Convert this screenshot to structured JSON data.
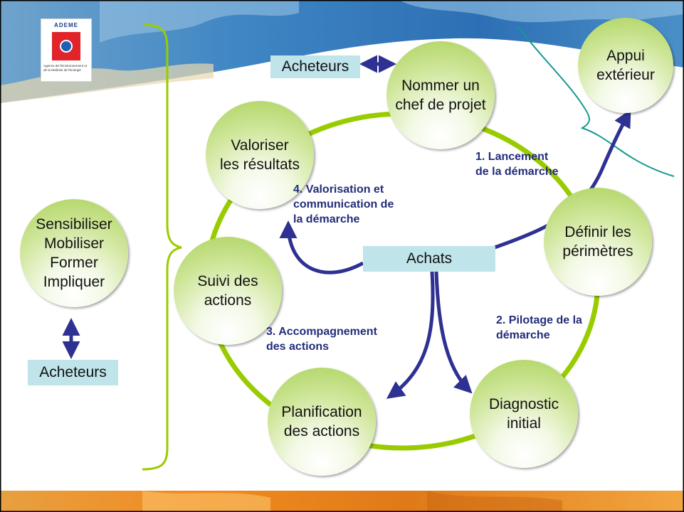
{
  "logo": {
    "title": "ADEME",
    "subtitle": "Agence de l'Environnement et de la Maîtrise de l'Energie"
  },
  "nodes": {
    "nommer": "Nommer un\nchef de projet",
    "valoriser": "Valoriser\nles résultats",
    "definir": "Définir les\npérimètres",
    "suivi": "Suivi des\nactions",
    "planification": "Planification\ndes actions",
    "diagnostic": "Diagnostic\ninitial",
    "appui": "Appui\nextérieur",
    "sensibiliser": "Sensibiliser\nMobiliser\nFormer\nImpliquer"
  },
  "boxes": {
    "acheteurs_top": "Acheteurs",
    "achats": "Achats",
    "acheteurs_left": "Acheteurs"
  },
  "phases": {
    "p1": "1. Lancement\nde la démarche",
    "p2": "2. Pilotage de la\ndémarche",
    "p3": "3. Accompagnement\ndes actions",
    "p4": "4. Valorisation et\ncommunication de\nla démarche"
  },
  "colors": {
    "cycle_ring": "#99cc00",
    "arrow": "#2e3192",
    "label_text": "#232d7a",
    "box_fill": "#bfe4ea",
    "teal_line": "#139a8f"
  }
}
